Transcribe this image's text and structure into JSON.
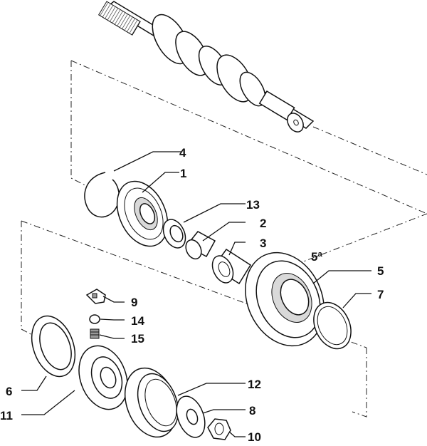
{
  "callouts": {
    "c1": "1",
    "c2": "2",
    "c3": "3",
    "c4": "4",
    "c5": "5",
    "c5a": "5ª",
    "c6": "6",
    "c7": "7",
    "c8": "8",
    "c9": "9",
    "c10": "10",
    "c11": "11",
    "c12": "12",
    "c13": "13",
    "c14": "14",
    "c15": "15"
  }
}
